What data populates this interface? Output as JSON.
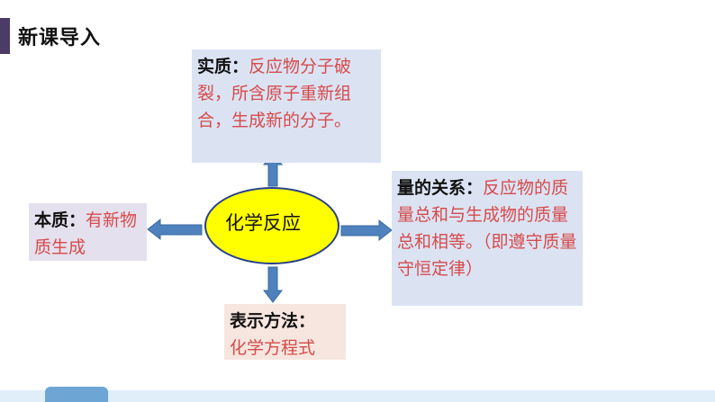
{
  "header": {
    "title": "新课导入"
  },
  "center": {
    "label": "化学反应"
  },
  "nodes": {
    "top": {
      "lead": "实质：",
      "text": "反应物分子破裂，所含原子重新组合，生成新的分子。"
    },
    "left": {
      "lead": "本质：",
      "text": "有新物质生成"
    },
    "right": {
      "lead": "量的关系：",
      "text": "反应物的质量总和与生成物的质量总和相等。（即遵守质量守恒定律）"
    },
    "bottom": {
      "lead": "表示方法：",
      "text": "化学方程式"
    }
  },
  "colors": {
    "accent_bar": "#4b3b66",
    "arrow": "#4f81bd",
    "ellipse_fill": "#ffff00",
    "highlight_text": "#d64b4b"
  }
}
